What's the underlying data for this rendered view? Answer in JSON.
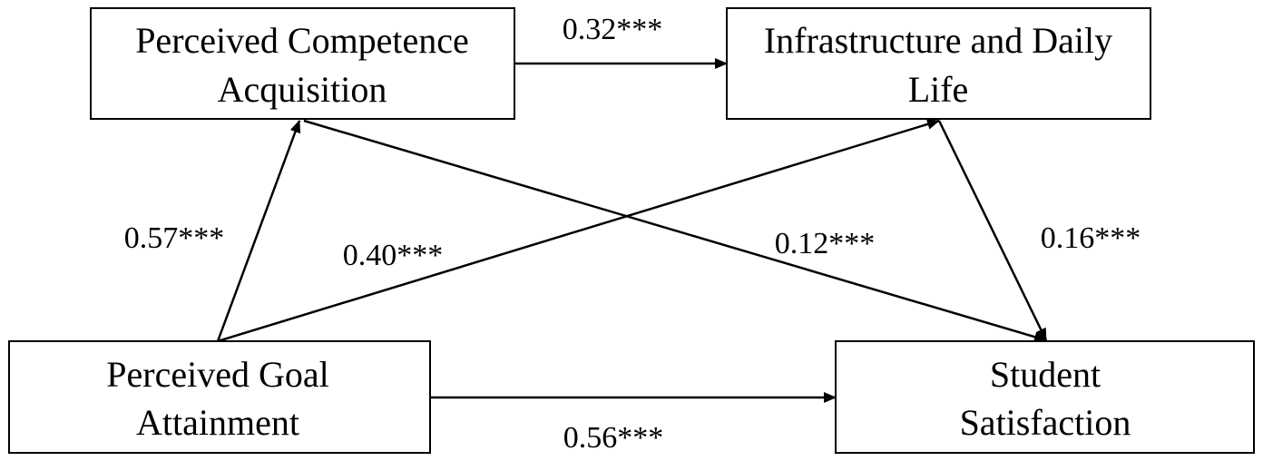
{
  "nodes": {
    "competence": {
      "line1": "Perceived Competence",
      "line2": "Acquisition"
    },
    "infrastructure": {
      "line1": "Infrastructure and Daily",
      "line2": "Life"
    },
    "goal": {
      "line1": "Perceived Goal",
      "line2": "Attainment"
    },
    "satisfaction": {
      "line1": "Student",
      "line2": "Satisfaction"
    }
  },
  "paths": {
    "competence_to_infrastructure": "0.32***",
    "goal_to_competence": "0.57***",
    "goal_to_infrastructure": "0.40***",
    "competence_to_satisfaction": "0.12***",
    "infrastructure_to_satisfaction": "0.16***",
    "goal_to_satisfaction": "0.56***"
  },
  "colors": {
    "line": "#000000",
    "background": "#ffffff"
  }
}
